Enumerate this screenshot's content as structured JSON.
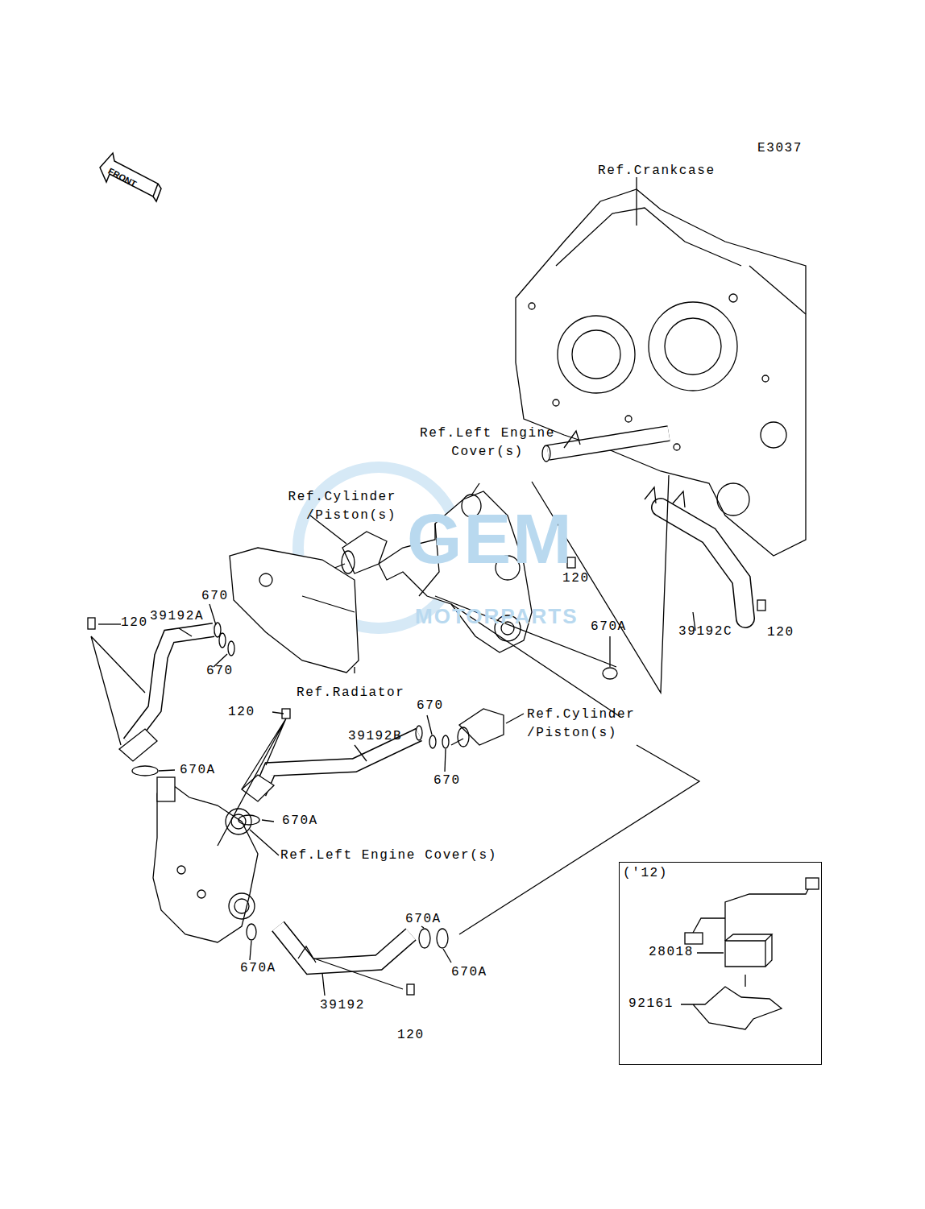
{
  "diagram": {
    "nodes": [
      {
        "text": [
          "FRONT"
        ]
      },
      {
        "text": [
          "('12)"
        ]
      }
    ],
    "labels": [
      "E3037",
      "Ref.Crankcase",
      "Ref.Left Engine Cover(s)",
      "Ref.Cylinder /Piston(s)",
      "670",
      "39192A",
      "120",
      "670",
      "120",
      "39192C",
      "120",
      "670A",
      "Ref.Radiator",
      "120",
      "39192B",
      "670",
      "Ref.Cylinder /Piston(s)",
      "670",
      "670A",
      "670A",
      "Ref.Left Engine Cover(s)",
      "670A",
      "670A",
      "670A",
      "39192",
      "120",
      "28018",
      "92161",
      "GEM",
      "MOTORPARTS"
    ]
  }
}
